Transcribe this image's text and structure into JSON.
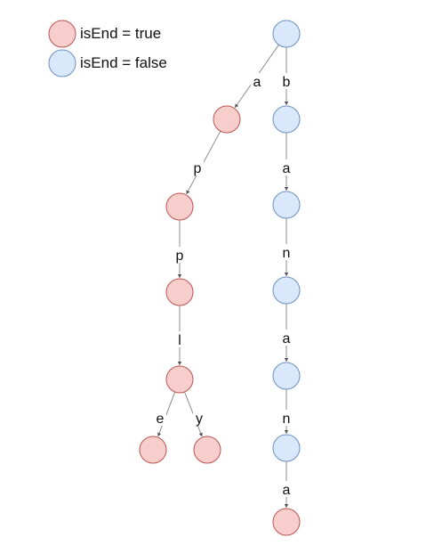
{
  "legend": {
    "end_true_label": "isEnd = true",
    "end_false_label": "isEnd = false"
  },
  "colors": {
    "end_true_fill": "#f8cecc",
    "end_true_stroke": "#b85450",
    "end_false_fill": "#dae8fc",
    "end_false_stroke": "#6c8ebf"
  },
  "nodes": [
    {
      "id": "root",
      "isEnd": false
    },
    {
      "id": "a",
      "isEnd": true
    },
    {
      "id": "ap",
      "isEnd": true
    },
    {
      "id": "app",
      "isEnd": true
    },
    {
      "id": "appl",
      "isEnd": true
    },
    {
      "id": "apple",
      "isEnd": true
    },
    {
      "id": "apply",
      "isEnd": true
    },
    {
      "id": "b",
      "isEnd": false
    },
    {
      "id": "ba",
      "isEnd": false
    },
    {
      "id": "ban",
      "isEnd": false
    },
    {
      "id": "bana",
      "isEnd": false
    },
    {
      "id": "banan",
      "isEnd": false
    },
    {
      "id": "banana",
      "isEnd": true
    }
  ],
  "edges": [
    {
      "from": "root",
      "to": "a",
      "label": "a"
    },
    {
      "from": "a",
      "to": "ap",
      "label": "p"
    },
    {
      "from": "ap",
      "to": "app",
      "label": "p"
    },
    {
      "from": "app",
      "to": "appl",
      "label": "l"
    },
    {
      "from": "appl",
      "to": "apple",
      "label": "e"
    },
    {
      "from": "appl",
      "to": "apply",
      "label": "y"
    },
    {
      "from": "root",
      "to": "b",
      "label": "b"
    },
    {
      "from": "b",
      "to": "ba",
      "label": "a"
    },
    {
      "from": "ba",
      "to": "ban",
      "label": "n"
    },
    {
      "from": "ban",
      "to": "bana",
      "label": "a"
    },
    {
      "from": "bana",
      "to": "banan",
      "label": "n"
    },
    {
      "from": "banan",
      "to": "banana",
      "label": "a"
    }
  ]
}
